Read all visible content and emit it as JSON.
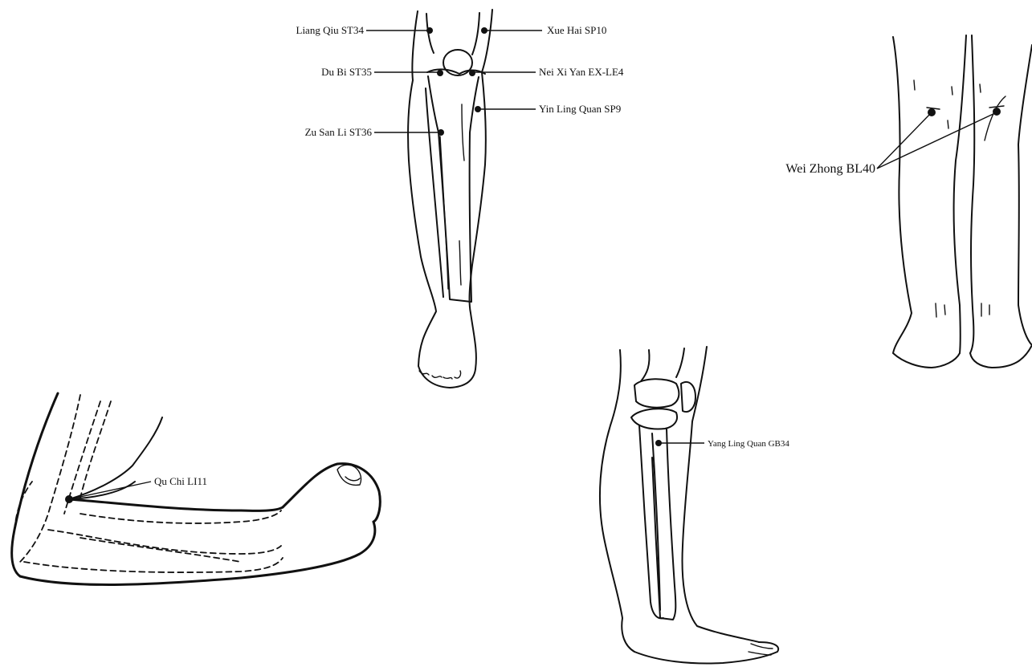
{
  "figures": {
    "front_leg": {
      "points": [
        {
          "label": "Liang Qiu ST34"
        },
        {
          "label": "Xue Hai SP10"
        },
        {
          "label": "Du Bi ST35"
        },
        {
          "label": "Nei Xi Yan EX-LE4"
        },
        {
          "label": "Yin Ling Quan SP9"
        },
        {
          "label": "Zu San Li ST36"
        }
      ]
    },
    "back_legs": {
      "points": [
        {
          "label": "Wei Zhong BL40"
        }
      ]
    },
    "elbow": {
      "points": [
        {
          "label": "Qu Chi LI11"
        }
      ]
    },
    "side_leg": {
      "points": [
        {
          "label": "Yang Ling Quan GB34"
        }
      ]
    }
  },
  "colors": {
    "line": "#111111",
    "background": "#ffffff"
  }
}
